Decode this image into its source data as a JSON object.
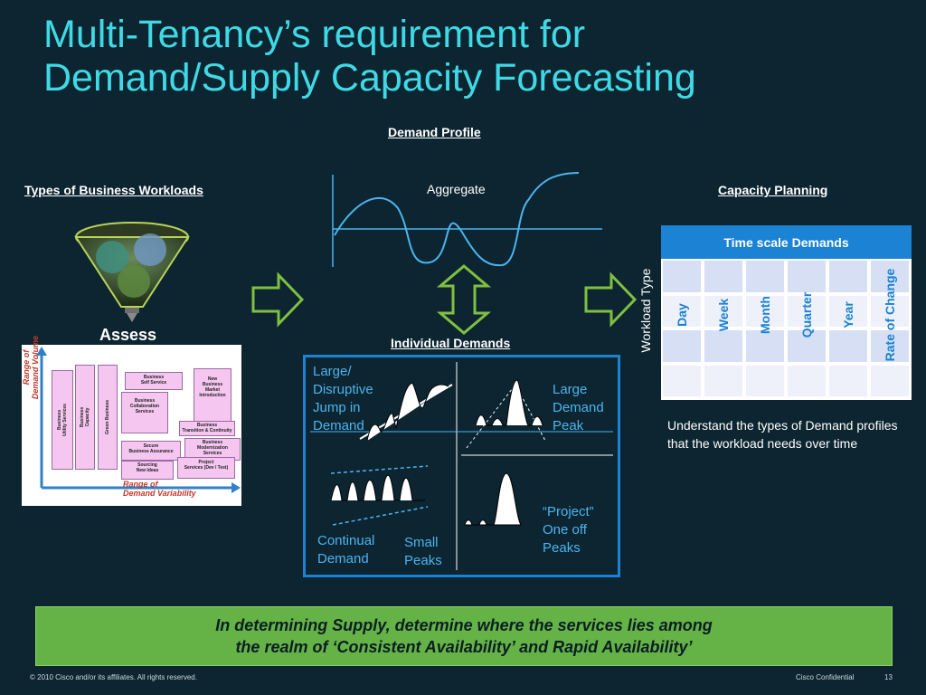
{
  "title": {
    "line1": "Multi-Tenancy’s requirement for",
    "line2": "Demand/Supply Capacity Forecasting"
  },
  "demand_profile": {
    "header": "Demand  Profile",
    "aggregate_label": "Aggregate"
  },
  "left": {
    "header": "Types of  Business Workloads",
    "assess_label": "Assess",
    "chart": {
      "y_label": "Range of\nDemand Volume",
      "x_label": "Range of\nDemand Variability",
      "boxes": [
        "Business\nUtility Services",
        "Business\nCapacity",
        "Green Business",
        "Business\nSelf Service",
        "Business\nCollaboration\nServices",
        "New\nBusiness\nMarket\nIntroduction",
        "Business\nTransition & Continuity",
        "Secure\nBusiness Assurance",
        "Business\nModernization\nServices",
        "Sourcing\nNew Ideas",
        "Project\nServices (Dev / Test)"
      ]
    }
  },
  "individual": {
    "header": "Individual Demands",
    "q1": "Large/\nDisruptive\nJump in\nDemand",
    "q2": "Large\nDemand\nPeak",
    "q3a": "Continual\nDemand",
    "q3b": "Small\nPeaks",
    "q4": "“Project”\nOne off\nPeaks"
  },
  "right": {
    "header": "Capacity Planning",
    "workload_type": "Workload Type",
    "table_header": "Time scale Demands",
    "columns": [
      "Day",
      "Week",
      "Month",
      "Quarter",
      "Year",
      "Rate of Change"
    ],
    "note": "Understand the types of Demand profiles that the workload needs over time"
  },
  "banner": {
    "line1": "In determining Supply, determine where the services lies among",
    "line2": "the realm of ‘Consistent Availability’ and Rapid Availability’"
  },
  "footer": {
    "copyright": "© 2010 Cisco and/or its affiliates. All rights reserved.",
    "confidential": "Cisco Confidential",
    "page": "13"
  }
}
